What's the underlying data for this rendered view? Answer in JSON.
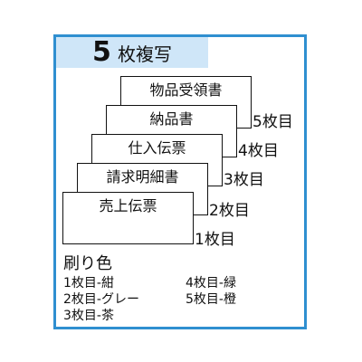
{
  "title": {
    "number": "5",
    "text": "枚複写"
  },
  "sheets": [
    {
      "label": "物品受領書",
      "count": "5枚目"
    },
    {
      "label": "納品書",
      "count": "4枚目"
    },
    {
      "label": "仕入伝票",
      "count": "3枚目"
    },
    {
      "label": "請求明細書",
      "count": "2枚目"
    },
    {
      "label": "売上伝票",
      "count": "1枚目"
    }
  ],
  "legend": {
    "title": "刷り色",
    "items": [
      "1枚目-紺",
      "2枚目-グレー",
      "3枚目-茶",
      "4枚目-緑",
      "5枚目-橙"
    ]
  }
}
